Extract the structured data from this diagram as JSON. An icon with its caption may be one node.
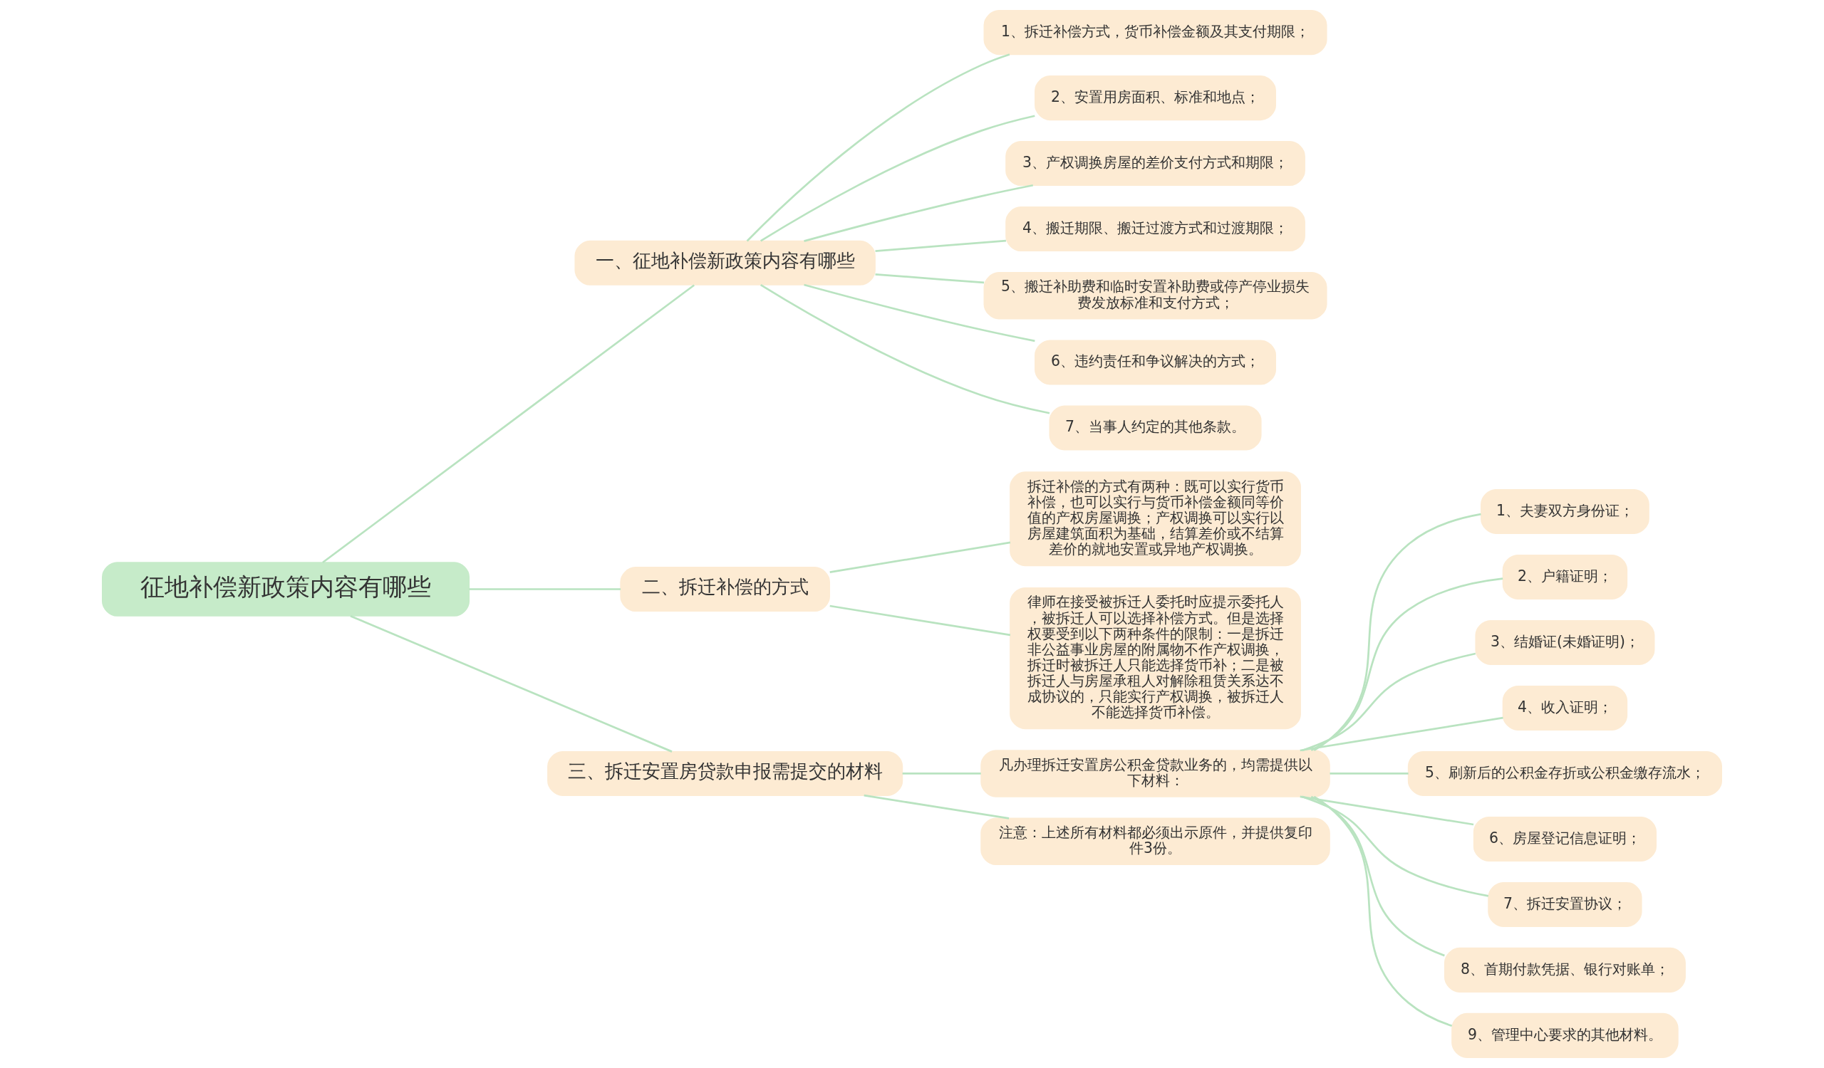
{
  "diagram": {
    "nodes": [
      {
        "text": [
          "征地补偿新政策内容有哪些"
        ]
      },
      {
        "text": [
          "一、征地补偿新政策内容有哪些"
        ]
      },
      {
        "text": [
          "1、拆迁补偿方式，货币补偿金额及其支付期限；"
        ]
      },
      {
        "text": [
          "2、安置用房面积、标准和地点；"
        ]
      },
      {
        "text": [
          "3、产权调换房屋的差价支付方式和期限；"
        ]
      },
      {
        "text": [
          "4、搬迁期限、搬迁过渡方式和过渡期限；"
        ]
      },
      {
        "text": [
          "5、搬迁补助费和临时安置补助费或停产停业损失费发放标准和支付方式；"
        ]
      },
      {
        "text": [
          "6、违约责任和争议解决的方式；"
        ]
      },
      {
        "text": [
          "7、当事人约定的其他条款。"
        ]
      },
      {
        "text": [
          "二、拆迁补偿的方式"
        ]
      },
      {
        "text": [
          "拆迁补偿的方式有两种：既可以实行货币补偿，也可以实行与货币补偿金额同等价值的产权房屋调换；产权调换可以实行以房屋建筑面积为基础，结算差价或不结算差价的就地安置或异地产权调换。"
        ]
      },
      {
        "text": [
          "律师在接受被拆迁人委托时应提示委托人，被拆迁人可以选择补偿方式。但是选择权要受到以下两种条件的限制：一是拆迁非公益事业房屋的附属物不作产权调换，拆迁时被拆迁人只能选择货币补；二是被拆迁人与房屋承租人对解除租赁关系达不成协议的，只能实行产权调换，被拆迁人不能选择货币补偿。"
        ]
      },
      {
        "text": [
          "三、拆迁安置房贷款申报需提交的材料"
        ]
      },
      {
        "text": [
          "凡办理拆迁安置房公积金贷款业务的，均需提供以下材料："
        ]
      },
      {
        "text": [
          "1、夫妻双方身份证；"
        ]
      },
      {
        "text": [
          "2、户籍证明；"
        ]
      },
      {
        "text": [
          "3、结婚证(未婚证明)；"
        ]
      },
      {
        "text": [
          "4、收入证明；"
        ]
      },
      {
        "text": [
          "5、刷新后的公积金存折或公积金缴存流水；"
        ]
      },
      {
        "text": [
          "6、房屋登记信息证明；"
        ]
      },
      {
        "text": [
          "7、拆迁安置协议；"
        ]
      },
      {
        "text": [
          "8、首期付款凭据、银行对账单；"
        ]
      },
      {
        "text": [
          "9、管理中心要求的其他材料。"
        ]
      },
      {
        "text": [
          "注意：上述所有材料都必须出示原件，并提供复印件3份。"
        ]
      }
    ],
    "edges": [
      {
        "from": 0,
        "to": 1,
        "arrow": "none"
      },
      {
        "from": 1,
        "to": 2,
        "arrow": "none"
      },
      {
        "from": 1,
        "to": 3,
        "arrow": "none"
      },
      {
        "from": 1,
        "to": 4,
        "arrow": "none"
      },
      {
        "from": 1,
        "to": 5,
        "arrow": "none"
      },
      {
        "from": 1,
        "to": 6,
        "arrow": "none"
      },
      {
        "from": 1,
        "to": 7,
        "arrow": "none"
      },
      {
        "from": 1,
        "to": 8,
        "arrow": "none"
      },
      {
        "from": 0,
        "to": 9,
        "arrow": "none"
      },
      {
        "from": 9,
        "to": 10,
        "arrow": "none"
      },
      {
        "from": 9,
        "to": 11,
        "arrow": "none"
      },
      {
        "from": 0,
        "to": 12,
        "arrow": "none"
      },
      {
        "from": 12,
        "to": 13,
        "arrow": "none"
      },
      {
        "from": 13,
        "to": 14,
        "arrow": "none"
      },
      {
        "from": 13,
        "to": 15,
        "arrow": "none"
      },
      {
        "from": 13,
        "to": 16,
        "arrow": "none"
      },
      {
        "from": 13,
        "to": 17,
        "arrow": "none"
      },
      {
        "from": 13,
        "to": 18,
        "arrow": "none"
      },
      {
        "from": 13,
        "to": 19,
        "arrow": "none"
      },
      {
        "from": 13,
        "to": 20,
        "arrow": "none"
      },
      {
        "from": 13,
        "to": 21,
        "arrow": "none"
      },
      {
        "from": 13,
        "to": 22,
        "arrow": "none"
      },
      {
        "from": 12,
        "to": 23,
        "arrow": "none"
      }
    ]
  }
}
